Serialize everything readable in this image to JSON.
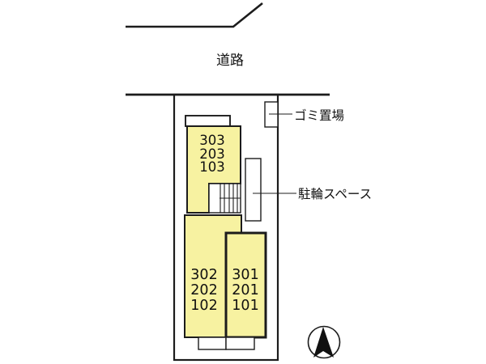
{
  "road": {
    "label": "道路"
  },
  "labels": {
    "garbage": "ゴミ置場",
    "bicycle": "駐輪スペース"
  },
  "buildings": {
    "upper": {
      "units": [
        "303",
        "203",
        "103"
      ]
    },
    "lower_left": {
      "units": [
        "302",
        "202",
        "102"
      ]
    },
    "lower_right": {
      "units": [
        "301",
        "201",
        "101"
      ]
    }
  },
  "icons": {
    "compass": "north-arrow"
  },
  "colors": {
    "building_fill": "#f7f2a1",
    "line_color": "#1c1c1c"
  }
}
